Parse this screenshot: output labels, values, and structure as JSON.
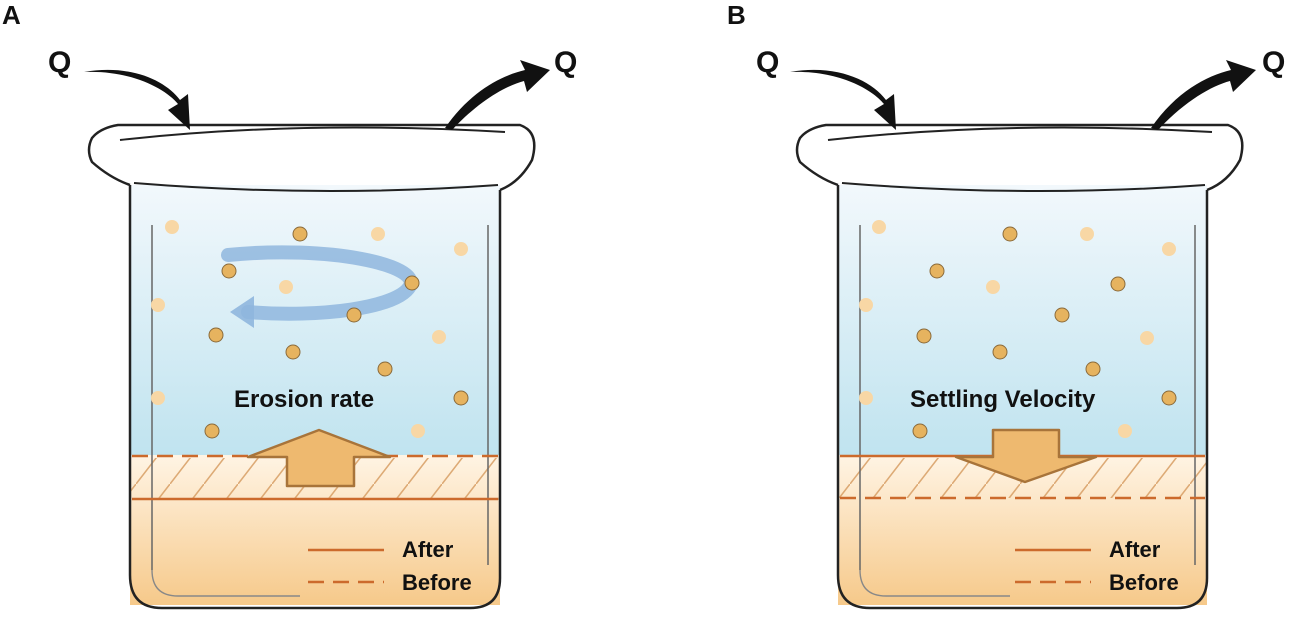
{
  "panels": [
    {
      "letter": "A",
      "inflow_label": "Q",
      "outflow_label": "Q",
      "process_label": "Erosion rate",
      "legend": {
        "solid": "After",
        "dashed": "Before"
      }
    },
    {
      "letter": "B",
      "inflow_label": "Q",
      "outflow_label": "Q",
      "process_label": "Settling Velocity",
      "legend": {
        "solid": "After",
        "dashed": "Before"
      }
    }
  ],
  "colors": {
    "water_top": "#f2f8fc",
    "water_bottom": "#bfe3ef",
    "sediment": "#fde9cf",
    "sediment_bottom": "#f6c98a",
    "bed_line": "#cc6a2c",
    "block_arrow": "#eeb96f",
    "block_arrow_stroke": "#a8743a",
    "particle_dark": "#e6b35f",
    "particle_light": "#f8d7a5",
    "swirl": "#8fb6de",
    "flow_arrow": "#111111"
  }
}
